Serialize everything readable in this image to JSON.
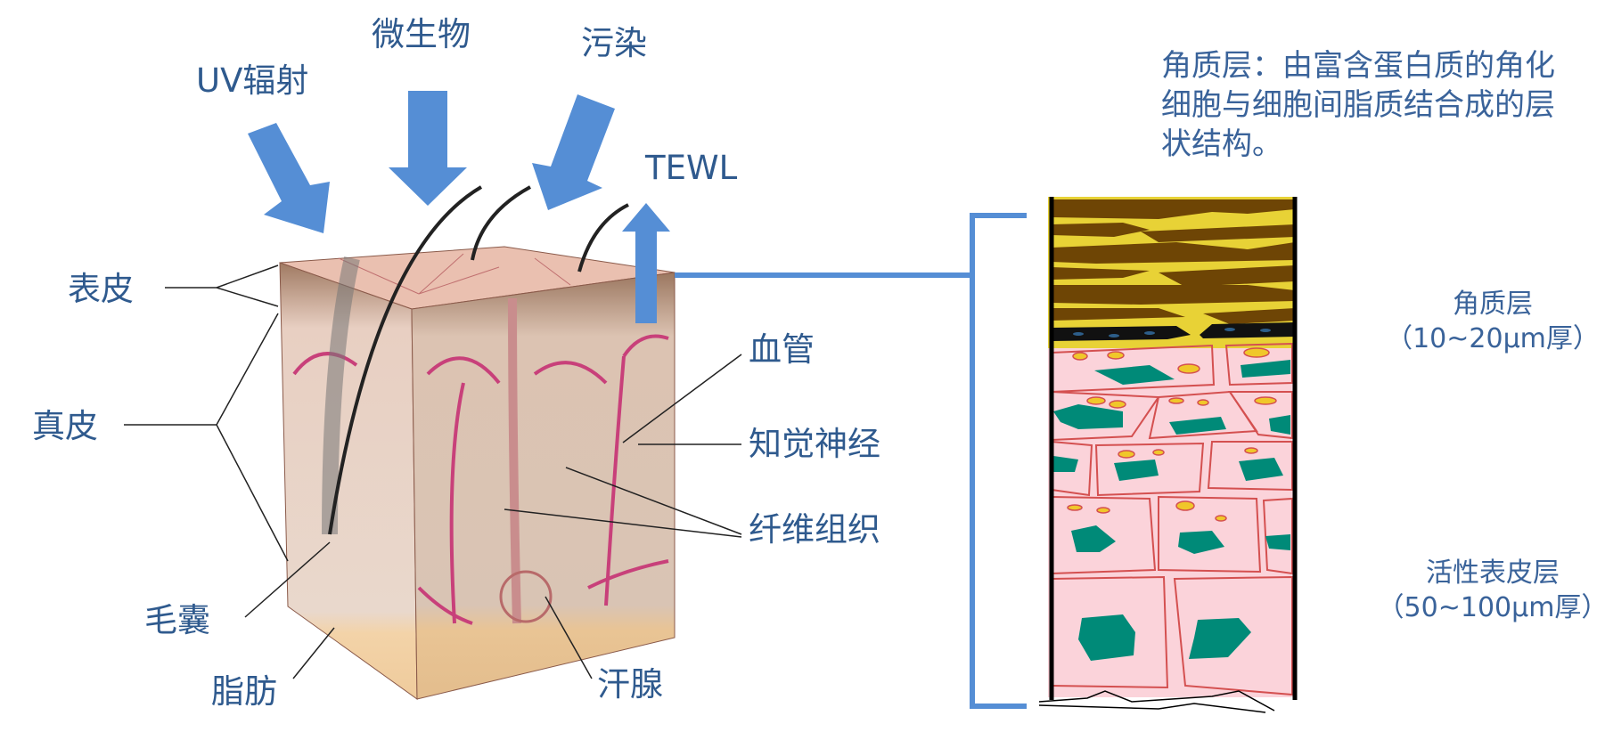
{
  "threats": {
    "uv": "UV辐射",
    "microbes": "微生物",
    "pollution": "污染",
    "tewl": "TEWL"
  },
  "skin_labels": {
    "epidermis": "表皮",
    "dermis": "真皮",
    "hair_follicle": "毛囊",
    "fat": "脂肪",
    "sweat_gland": "汗腺",
    "blood_vessel": "血管",
    "sensory_nerve": "知觉神经",
    "fibrous_tissue": "纤维组织"
  },
  "description": "角质层：由富含蛋白质的角化细胞与细胞间脂质结合成的层状结构。",
  "layers": {
    "stratum_corneum": {
      "name": "角质层",
      "thickness": "（10~20μm厚）"
    },
    "viable_epidermis": {
      "name": "活性表皮层",
      "thickness": "（50~100μm厚）"
    }
  },
  "colors": {
    "arrow": "#558ed5",
    "text": "#2f5a8e",
    "bracket": "#558ed5"
  }
}
